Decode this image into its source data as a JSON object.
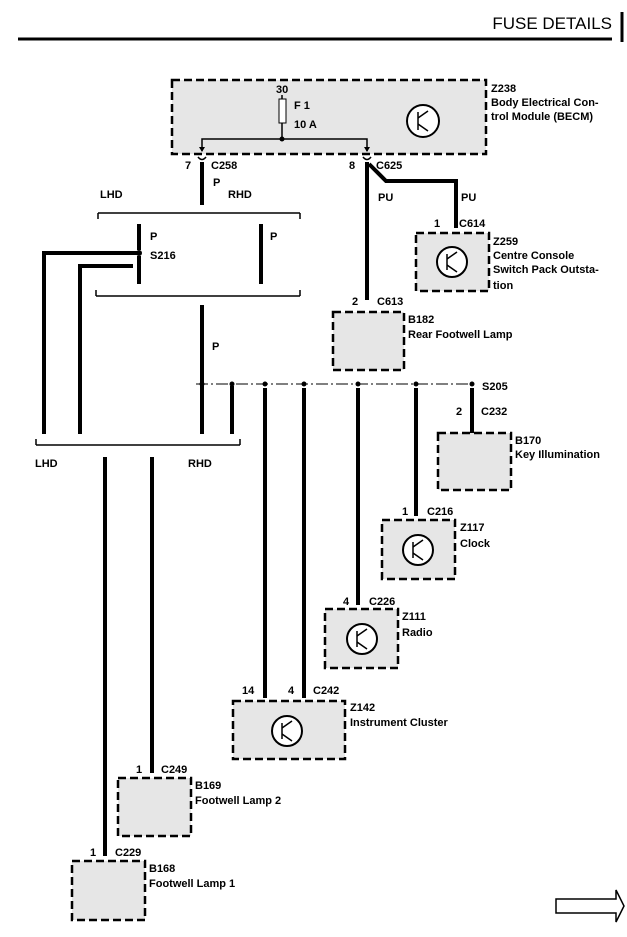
{
  "header": {
    "title": "FUSE DETAILS"
  },
  "becm": {
    "id": "Z238",
    "name_line1": "Body Electrical Con-",
    "name_line2": "trol Module (BECM)",
    "fuse_pin": "30",
    "fuse_name": "F 1",
    "fuse_rating": "10 A"
  },
  "connectors": {
    "c258": {
      "pin": "7",
      "name": "C258",
      "wire": "P"
    },
    "c625": {
      "pin": "8",
      "name": "C625",
      "wire": "PU"
    },
    "c614": {
      "pin": "1",
      "name": "C614",
      "wire": "PU"
    },
    "c613": {
      "pin": "2",
      "name": "C613"
    },
    "c232": {
      "pin": "2",
      "name": "C232"
    },
    "c216": {
      "pin": "1",
      "name": "C216"
    },
    "c226": {
      "pin": "4",
      "name": "C226"
    },
    "c242": {
      "pin_a": "14",
      "pin_b": "4",
      "name": "C242"
    },
    "c249": {
      "pin": "1",
      "name": "C249"
    },
    "c229": {
      "pin": "1",
      "name": "C229"
    }
  },
  "splices": {
    "s216": "S216",
    "s205": "S205"
  },
  "wire_colors": {
    "p": "P",
    "pu": "PU"
  },
  "variants": {
    "lhd": "LHD",
    "rhd": "RHD"
  },
  "components": {
    "z259": {
      "id": "Z259",
      "line1": "Centre Console",
      "line2": "Switch Pack Outsta-",
      "line3": "tion"
    },
    "b182": {
      "id": "B182",
      "name": "Rear Footwell Lamp"
    },
    "b170": {
      "id": "B170",
      "name": "Key Illumination"
    },
    "z117": {
      "id": "Z117",
      "name": "Clock"
    },
    "z111": {
      "id": "Z111",
      "name": "Radio"
    },
    "z142": {
      "id": "Z142",
      "name": "Instrument Cluster"
    },
    "b169": {
      "id": "B169",
      "name": "Footwell Lamp 2"
    },
    "b168": {
      "id": "B168",
      "name": "Footwell Lamp 1"
    }
  },
  "colors": {
    "box_fill": "#e6e6e6",
    "line": "#000000"
  }
}
